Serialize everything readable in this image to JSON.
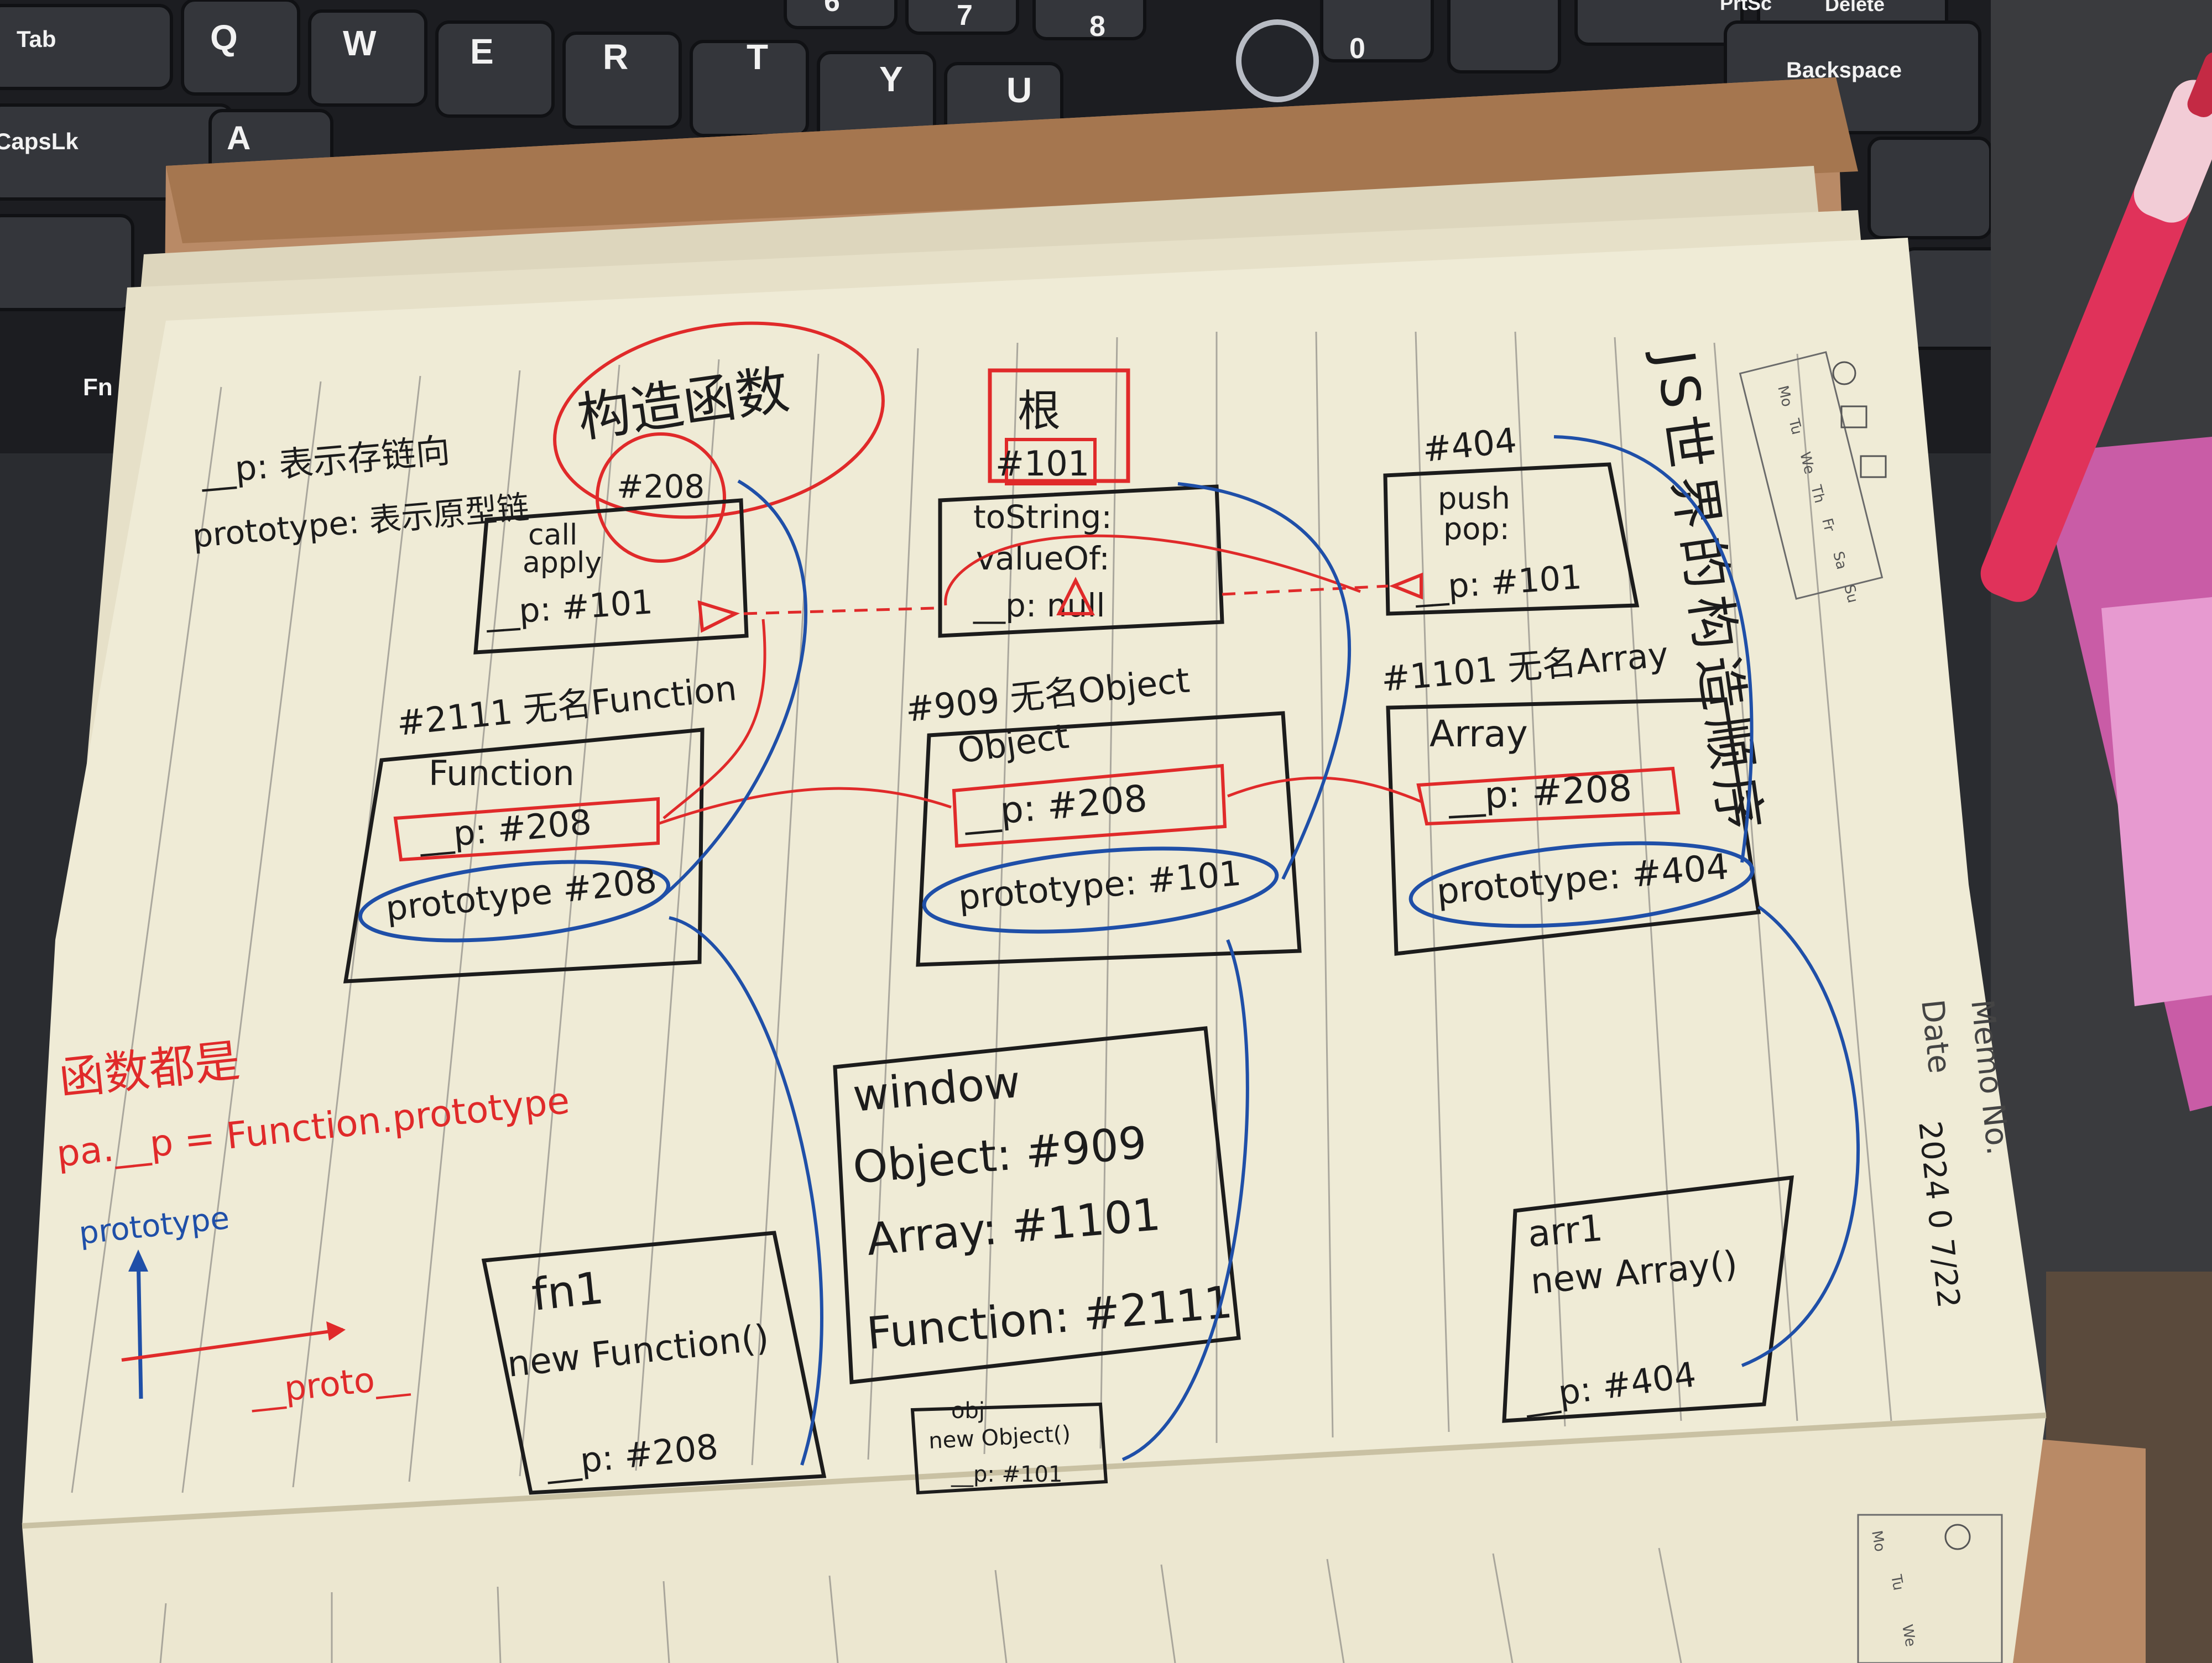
{
  "keyboard": {
    "keys": [
      "Tab",
      "Q",
      "W",
      "E",
      "R",
      "T",
      "Y",
      "U",
      "6",
      "7",
      "8",
      "0",
      "PrtSc",
      "Delete",
      "Backspace",
      "CapsLk",
      "A",
      "Fn"
    ]
  },
  "notebook": {
    "title": "JS世界的构造顺序",
    "weekdays": [
      "Mo",
      "Tu",
      "We",
      "Th",
      "Fr",
      "Sa",
      "Su"
    ],
    "memo_label": "Memo No.",
    "date_label": "Date",
    "date_value": "2024 0 7/22"
  },
  "legend": {
    "line1": "__p: 表示存链向",
    "line2": "prototype: 表示原型链"
  },
  "ctor_title": "构造函数",
  "boxes": {
    "func_proto": {
      "id": "#208",
      "line1": "call",
      "line2": "apply",
      "line3": "__p: #101"
    },
    "root": {
      "title": "根",
      "id": "#101",
      "line1": "toString:",
      "line2": "valueOf:",
      "line3": "__p: null"
    },
    "array_proto": {
      "id": "#404",
      "line1": "push",
      "line2": "pop:",
      "line3": "__p: #101"
    },
    "function_ctor": {
      "caption": "#2111 无名Function",
      "name": "Function",
      "proto": "__p: #208",
      "prototype": "prototype #208"
    },
    "object_ctor": {
      "caption": "#909 无名Object",
      "name": "Object",
      "proto": "__p: #208",
      "prototype": "prototype: #101"
    },
    "array_ctor": {
      "caption": "#1101 无名Array",
      "name": "Array",
      "proto": "__p: #208",
      "prototype": "prototype: #404"
    },
    "window": {
      "line1": "window",
      "line2": "Object: #909",
      "line3": "Array: #1101",
      "line4": "Function: #2111"
    },
    "fn1": {
      "line1": "fn1",
      "line2": "new Function()",
      "line3": "__p: #208"
    },
    "obj": {
      "line1": "obj",
      "line2": "new Object()",
      "line3": "__p: #101"
    },
    "arr1": {
      "line1": "arr1",
      "line2": "new Array()",
      "line3": "__p: #404"
    }
  },
  "notes": {
    "red1": "函数都是",
    "red2": "pa.__p = Function.prototype",
    "blue": "prototype",
    "proto": "__proto__"
  },
  "colors": {
    "ink": "#1c1c1c",
    "red": "#e02a2a",
    "blue": "#1f4fa8",
    "paper": "#efebd6",
    "cover": "#b98a66"
  }
}
